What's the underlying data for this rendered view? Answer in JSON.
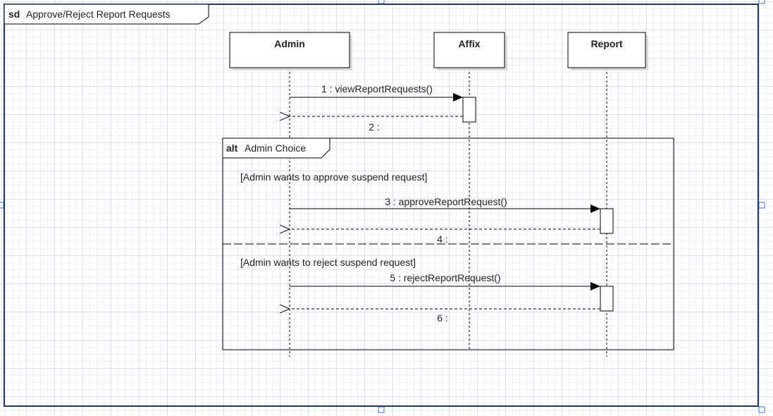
{
  "frame": {
    "keyword": "sd",
    "title": "Approve/Reject Report Requests"
  },
  "lifelines": [
    {
      "name": "Admin"
    },
    {
      "name": "Affix"
    },
    {
      "name": "Report"
    }
  ],
  "messages": [
    {
      "label": "1 : viewReportRequests()"
    },
    {
      "label": "2 :"
    },
    {
      "label": "3 : approveReportRequest()"
    },
    {
      "label": "4 :"
    },
    {
      "label": "5 : rejectReportRequest()"
    },
    {
      "label": "6 :"
    }
  ],
  "fragment": {
    "keyword": "alt",
    "title": "Admin Choice",
    "guards": [
      "[Admin wants to approve suspend request]",
      "[Admin wants to reject suspend request]"
    ]
  },
  "colors": {
    "selection": "#3b6fcf",
    "grid": "#dde3ea",
    "line": "#000000"
  }
}
